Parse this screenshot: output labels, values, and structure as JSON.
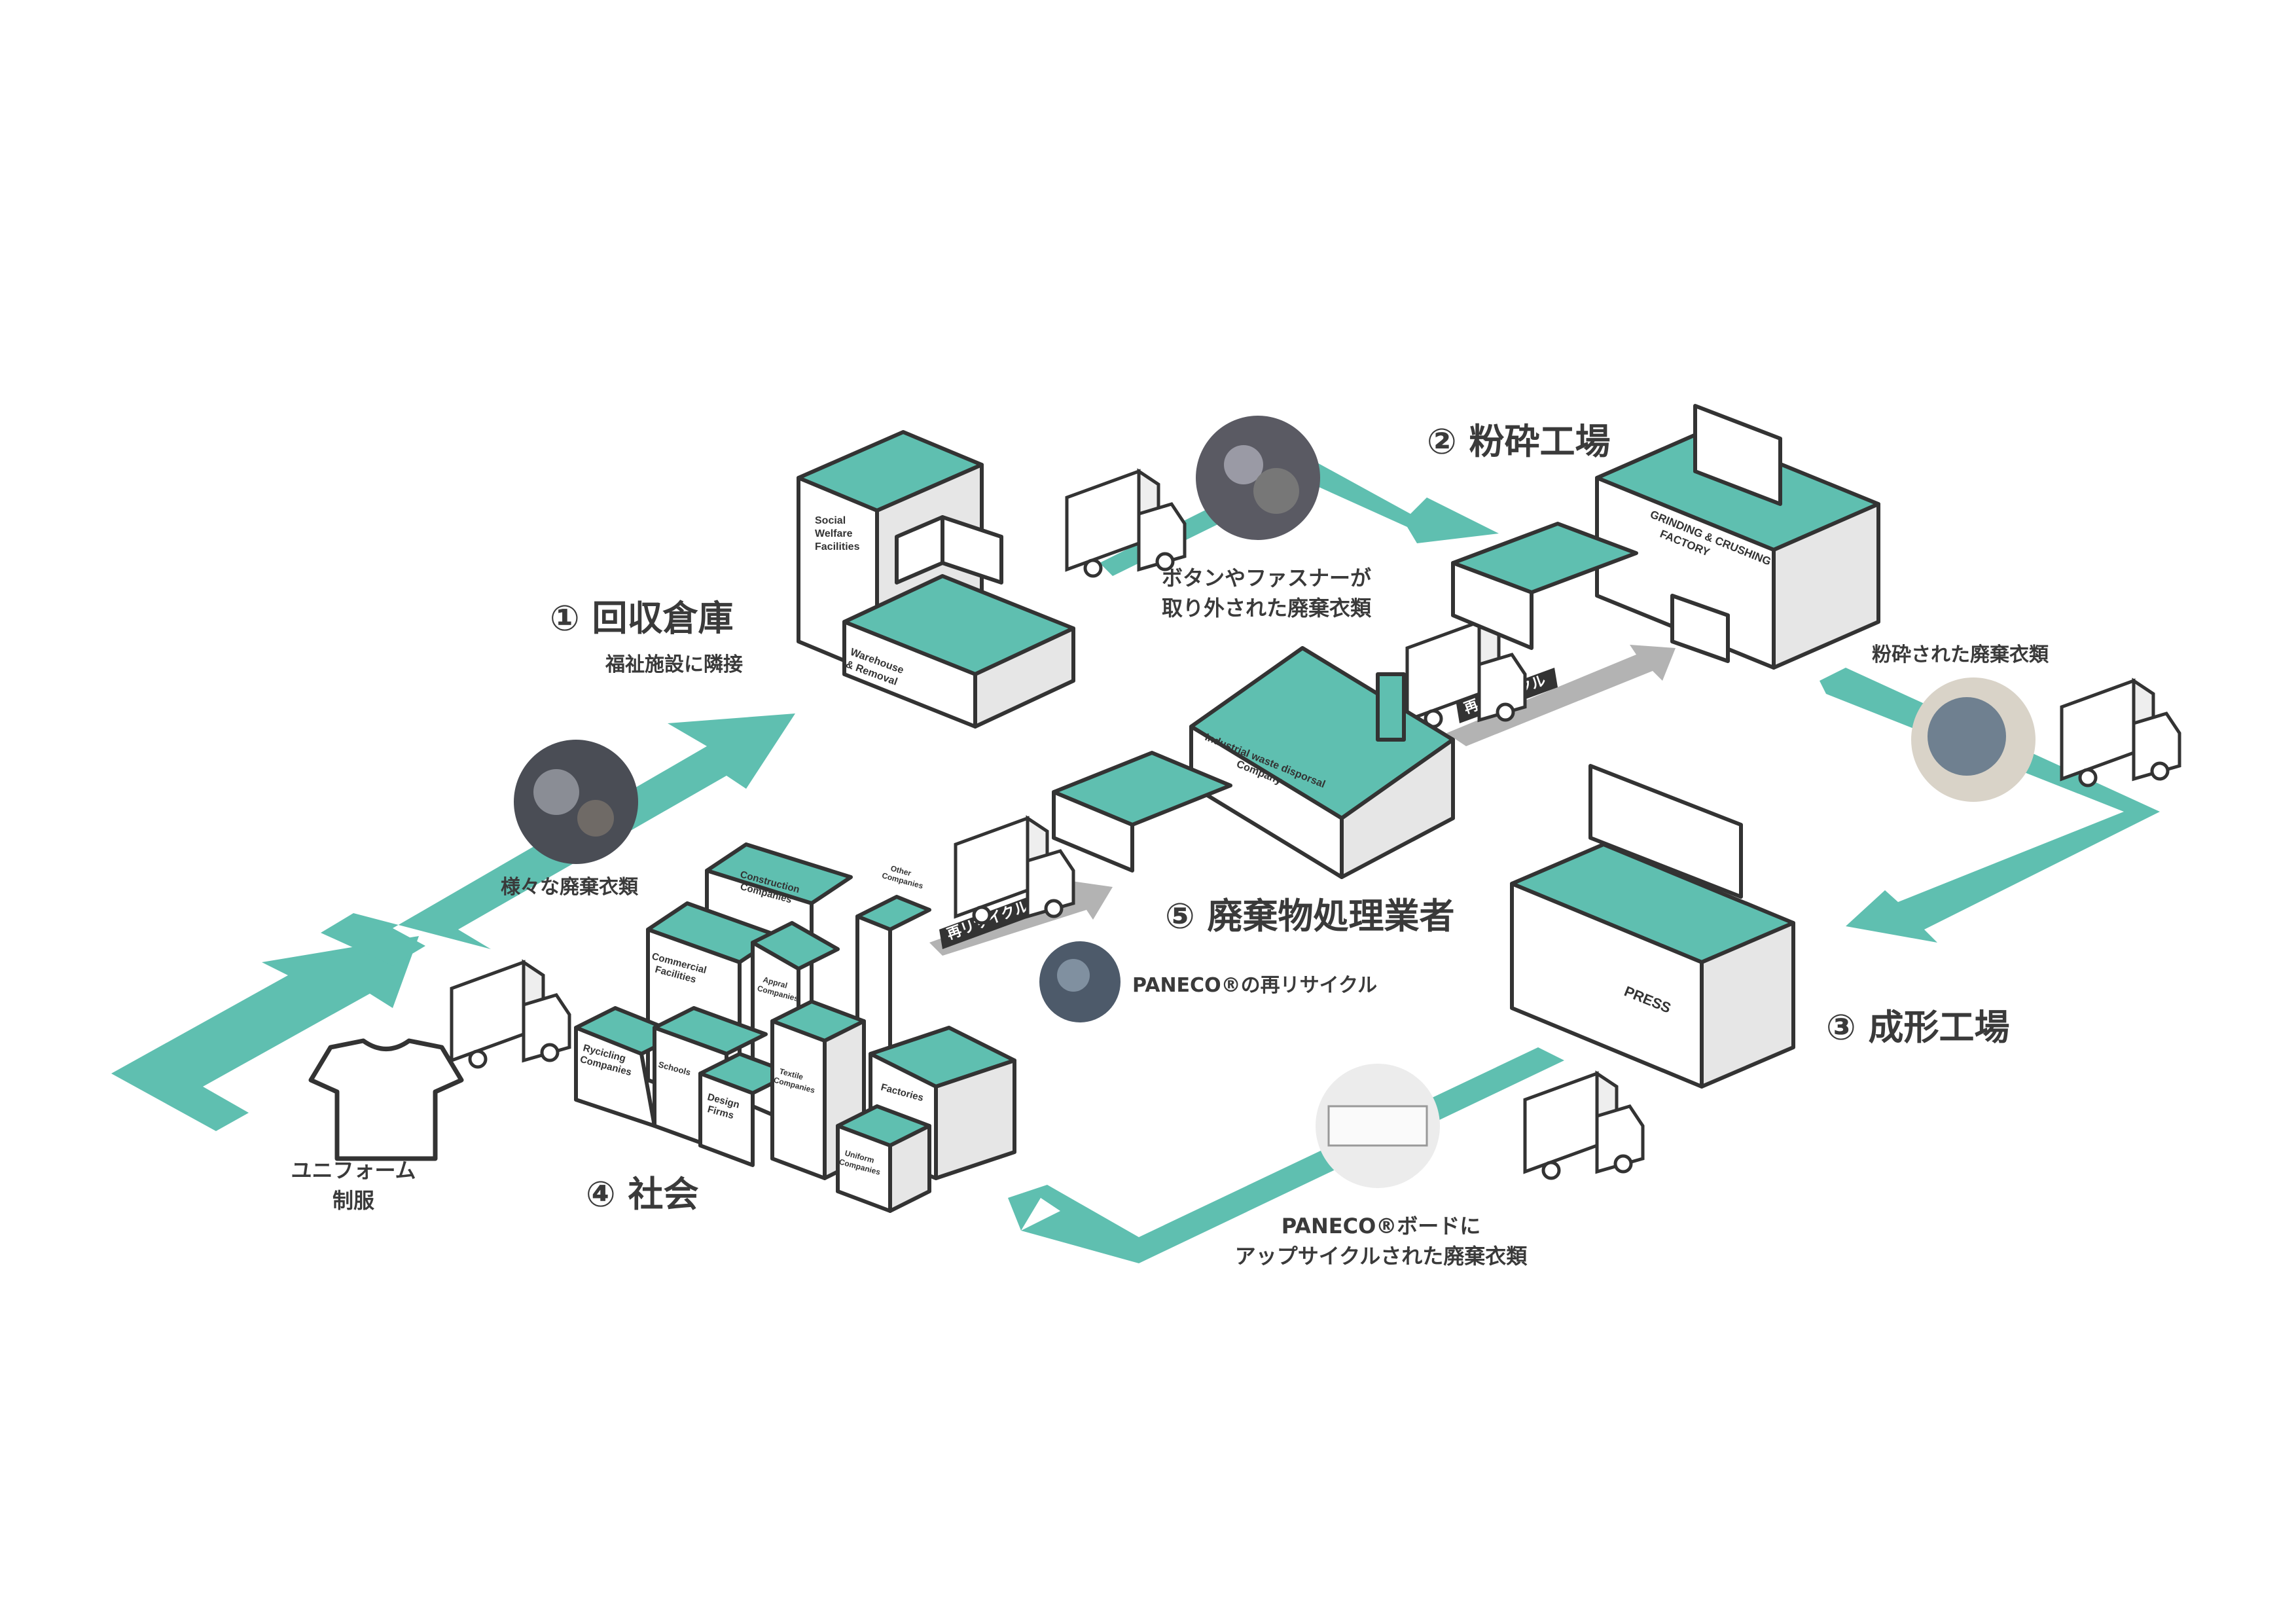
{
  "colors": {
    "teal": "#5fbfb0",
    "outline": "#333333",
    "roof": "#5fbfb0",
    "wall": "#ffffff",
    "side": "#e6e6e6",
    "arrow_grey": "#b3b3b3"
  },
  "stations": {
    "warehouse": {
      "title": "① 回収倉庫",
      "sub": "福祉施設に隣接"
    },
    "grinding": {
      "title": "② 粉砕工場"
    },
    "forming": {
      "title": "③ 成形工場"
    },
    "society": {
      "title": "④ 社会"
    },
    "disposal": {
      "title": "⑤ 廃棄物処理業者"
    }
  },
  "captions": {
    "various_clothes": "様々な廃棄衣類",
    "buttons_removed": [
      "ボタンやファスナーが",
      "取り外された廃棄衣類"
    ],
    "ground_clothes": "粉砕された廃棄衣類",
    "upcycled": [
      "PANECO®ボードに",
      "アップサイクルされた廃棄衣類"
    ],
    "paneco_recycle": "PANECO®の再リサイクル",
    "uniform": [
      "ユニフォーム",
      "制服"
    ]
  },
  "recycle_tag": "再リサイクル",
  "buildings": {
    "social": [
      "Social",
      "Welfare",
      "Facilities"
    ],
    "warehouse": [
      "Warehouse",
      "& Removal"
    ],
    "grinding": [
      "GRINDING & CRUSHING",
      "FACTORY"
    ],
    "press": "PRESS",
    "disposal": [
      "Industrial waste disporsal",
      "Company"
    ],
    "construction": [
      "Construction",
      "Companies"
    ],
    "commercial": [
      "Commercial",
      "Facilities"
    ],
    "apparel": [
      "Appral",
      "Companies"
    ],
    "other": [
      "Other",
      "Companies"
    ],
    "recycling": [
      "Rycicling",
      "Companies"
    ],
    "schools": "Schools",
    "design": [
      "Design",
      "Firms"
    ],
    "textile": [
      "Textile",
      "Companies"
    ],
    "factories": "Factories",
    "uniform_co": [
      "Uniform",
      "Companies"
    ]
  },
  "icons": [
    "truck-icon",
    "tshirt-icon",
    "photo-circle"
  ]
}
